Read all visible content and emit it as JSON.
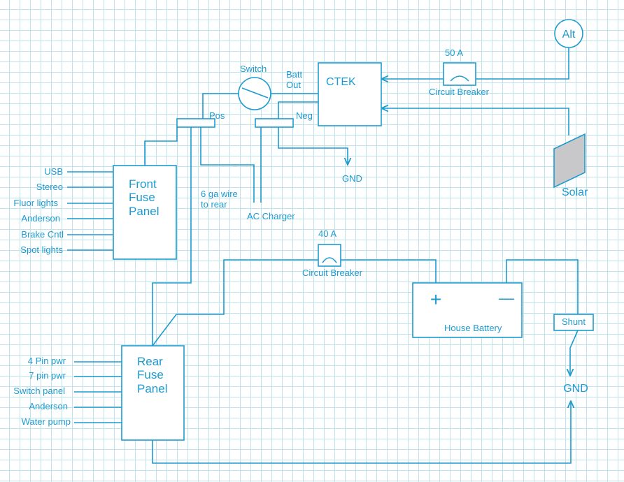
{
  "components": {
    "ctek": "CTEK",
    "alt": "Alt",
    "solar": "Solar",
    "switch": "Switch",
    "batt_out_1": "Batt",
    "batt_out_2": "Out",
    "pos": "Pos",
    "neg": "Neg",
    "gnd_top": "GND",
    "ac_charger": "AC Charger",
    "wire_note_1": "6 ga wire",
    "wire_note_2": "to rear",
    "breaker_top_rating": "50 A",
    "breaker_top_label": "Circuit Breaker",
    "breaker_mid_rating": "40 A",
    "breaker_mid_label": "Circuit Breaker",
    "house_battery": "House Battery",
    "shunt": "Shunt",
    "gnd_bottom": "GND",
    "battery_plus": "+",
    "battery_minus": "—"
  },
  "front_panel": {
    "title": [
      "Front",
      "Fuse",
      "Panel"
    ],
    "circuits": [
      "USB",
      "Stereo",
      "Fluor lights",
      "Anderson",
      "Brake Cntl",
      "Spot lights"
    ]
  },
  "rear_panel": {
    "title": [
      "Rear",
      "Fuse",
      "Panel"
    ],
    "circuits": [
      "4 Pin pwr",
      "7 pin pwr",
      "Switch panel",
      "Anderson",
      "Water pump"
    ]
  },
  "colors": {
    "line": "#1d9bd1",
    "grid": "#bfe3ea",
    "solar_fill": "#c8c8ca"
  }
}
